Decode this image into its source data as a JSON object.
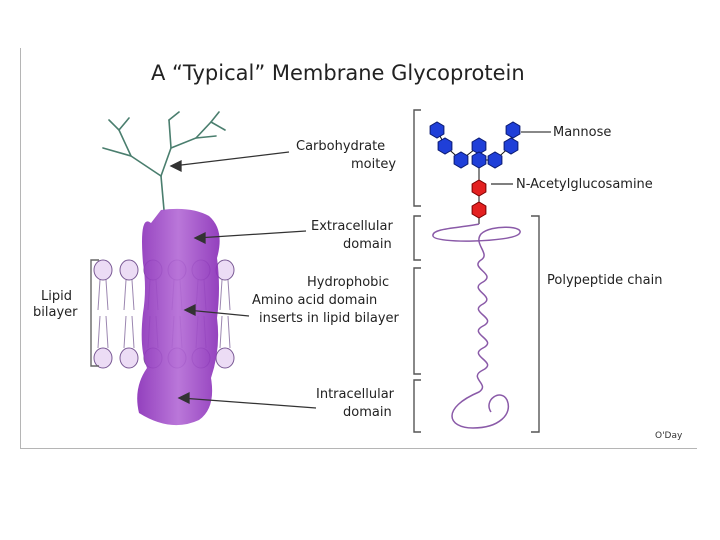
{
  "title": "A “Typical” Membrane Glycoprotein",
  "labels": {
    "carbohydrate": [
      "Carbohydrate",
      "moitey"
    ],
    "extracellular": [
      "Extracellular",
      "domain"
    ],
    "hydrophobic": [
      "Hydrophobic",
      "Amino acid domain",
      "inserts in lipid bilayer"
    ],
    "intracellular": [
      "Intracellular",
      "domain"
    ],
    "lipid_bilayer": [
      "Lipid",
      "bilayer"
    ],
    "mannose": "Mannose",
    "nacetyl": "N-Acetylglucosamine",
    "polypeptide": "Polypeptide chain"
  },
  "credit": "O'Day",
  "colors": {
    "protein": "#9b3fc6",
    "protein_light": "#c98ae0",
    "lipid_head": "#ecdcf5",
    "lipid_edge": "#7a5a95",
    "mannose": "#1f3fd8",
    "nacetyl": "#e32020",
    "carbohydrate_tree": "#4a7e6e",
    "chain": "#8a5aa8",
    "bracket": "#555555"
  },
  "icons": {
    "mannose": "blue-hexagon",
    "nacetyl": "red-hexagon"
  }
}
